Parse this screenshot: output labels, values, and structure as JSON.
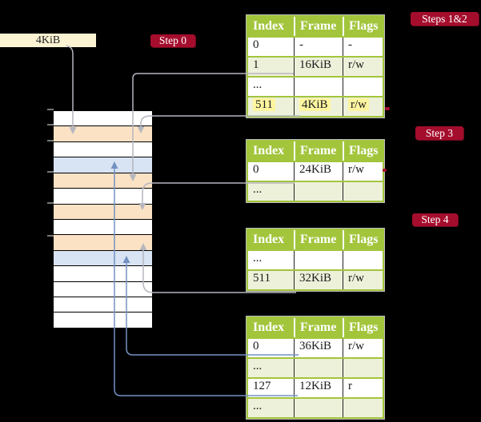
{
  "title": "page-table-translation-diagram",
  "colors": {
    "background": "#000000",
    "table_header_green": "#a2c53c",
    "table_row_light_green": "#eef1da",
    "memory_free_white": "#ffffff",
    "memory_page_table_orange": "#fbe2c4",
    "memory_mapped_page_blue": "#d8e3f3",
    "badge_red": "#a50d2d",
    "frame_box_cream": "#fcf3d3",
    "highlight_yellow": "#fdf5a0",
    "gray_arrow": "#b6b6bf",
    "blue_arrow": "#7392c2"
  },
  "frame_box": {
    "label": "4KiB"
  },
  "badges": [
    {
      "id": "step0",
      "label": "Step 0"
    },
    {
      "id": "steps12",
      "label": "Steps 1&2"
    },
    {
      "id": "step3",
      "label": "Step 3"
    },
    {
      "id": "step4",
      "label": "Step 4"
    }
  ],
  "memory_column": {
    "rows": [
      {
        "kind": "free"
      },
      {
        "kind": "page-table"
      },
      {
        "kind": "free"
      },
      {
        "kind": "mapped-page"
      },
      {
        "kind": "page-table"
      },
      {
        "kind": "free"
      },
      {
        "kind": "page-table"
      },
      {
        "kind": "free"
      },
      {
        "kind": "page-table"
      },
      {
        "kind": "mapped-page"
      },
      {
        "kind": "free"
      },
      {
        "kind": "free"
      },
      {
        "kind": "free"
      },
      {
        "kind": "free"
      }
    ]
  },
  "tables": [
    {
      "name": "page-table-steps-1-2",
      "headers": [
        "Index",
        "Frame",
        "Flags"
      ],
      "rows": [
        {
          "cells": [
            "0",
            "-",
            "-"
          ],
          "shaded": false,
          "highlight": false
        },
        {
          "cells": [
            "1",
            "16KiB",
            "r/w"
          ],
          "shaded": true,
          "highlight": false
        },
        {
          "cells": [
            "...",
            "",
            ""
          ],
          "shaded": false,
          "highlight": false
        },
        {
          "cells": [
            "511",
            "4KiB",
            "r/w"
          ],
          "shaded": true,
          "highlight": true
        }
      ]
    },
    {
      "name": "page-table-step-3",
      "headers": [
        "Index",
        "Frame",
        "Flags"
      ],
      "rows": [
        {
          "cells": [
            "0",
            "24KiB",
            "r/w"
          ],
          "shaded": false,
          "highlight": false
        },
        {
          "cells": [
            "...",
            "",
            ""
          ],
          "shaded": true,
          "highlight": false
        }
      ]
    },
    {
      "name": "page-table-step-4",
      "headers": [
        "Index",
        "Frame",
        "Flags"
      ],
      "rows": [
        {
          "cells": [
            "...",
            "",
            ""
          ],
          "shaded": false,
          "highlight": false
        },
        {
          "cells": [
            "511",
            "32KiB",
            "r/w"
          ],
          "shaded": true,
          "highlight": false
        }
      ]
    },
    {
      "name": "page-table-level-1",
      "headers": [
        "Index",
        "Frame",
        "Flags"
      ],
      "rows": [
        {
          "cells": [
            "0",
            "36KiB",
            "r/w"
          ],
          "shaded": false,
          "highlight": false
        },
        {
          "cells": [
            "...",
            "",
            ""
          ],
          "shaded": true,
          "highlight": false
        },
        {
          "cells": [
            "127",
            "12KiB",
            "r"
          ],
          "shaded": false,
          "highlight": false
        },
        {
          "cells": [
            "...",
            "",
            ""
          ],
          "shaded": true,
          "highlight": false
        }
      ]
    }
  ]
}
